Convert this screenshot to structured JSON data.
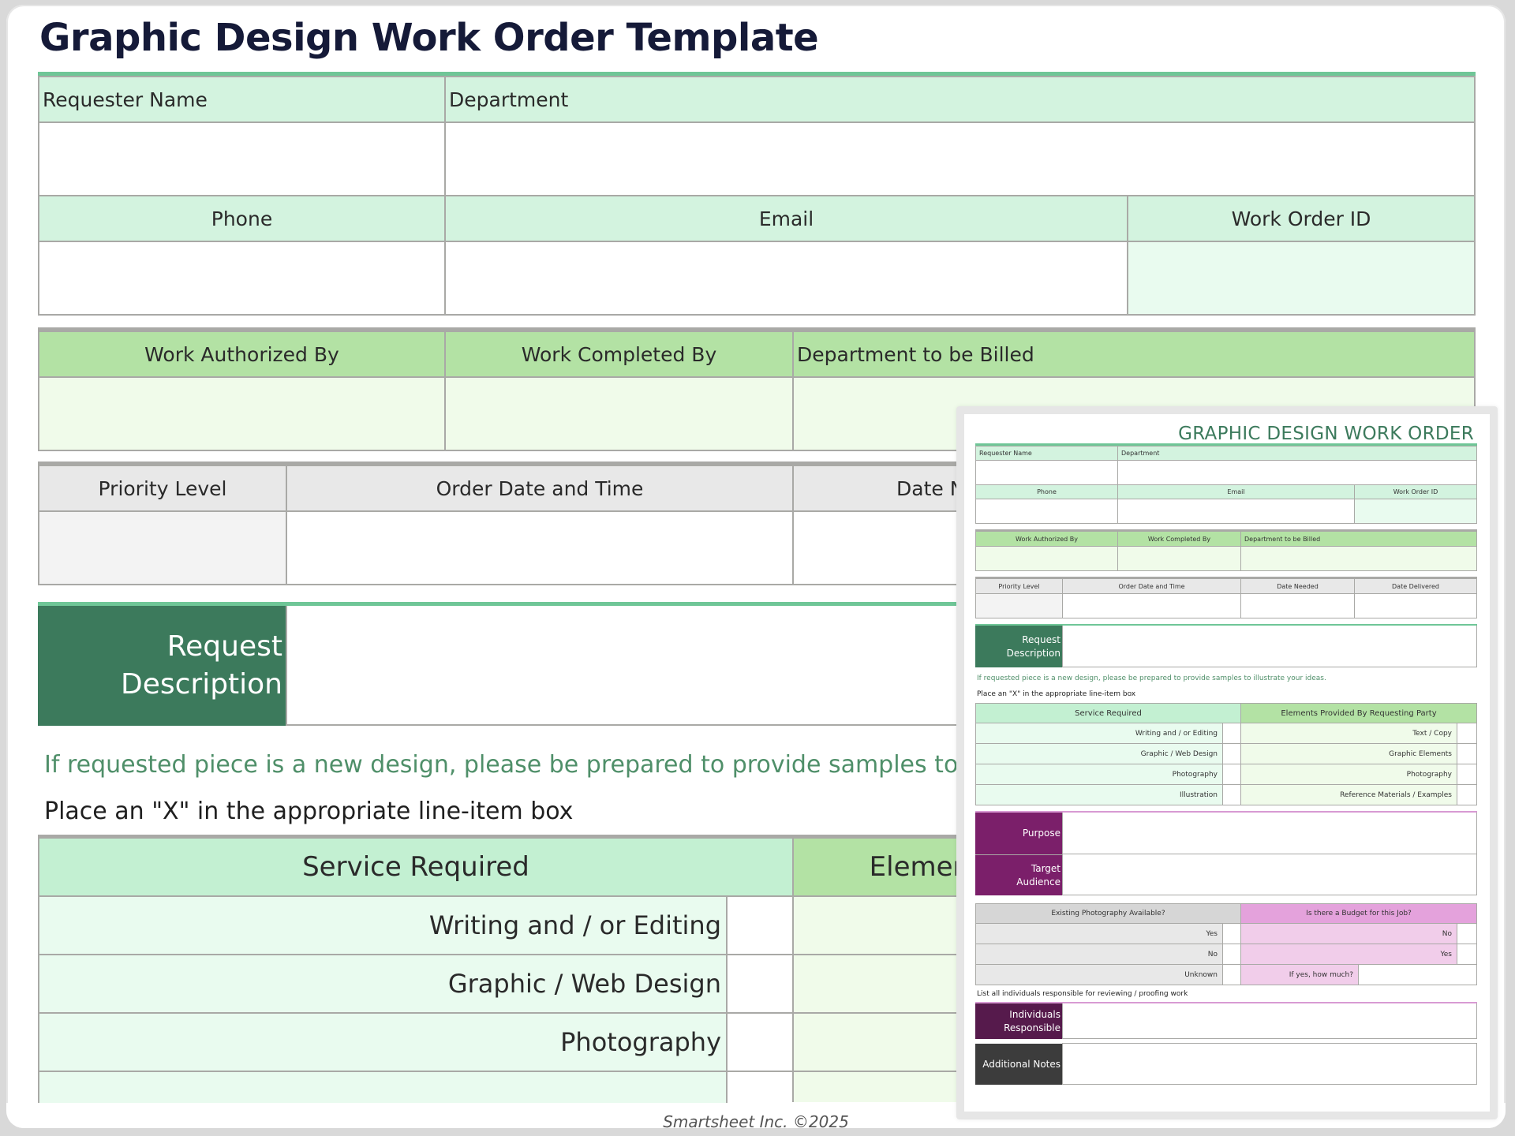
{
  "page": {
    "title": "Graphic Design Work Order Template",
    "footer": "Smartsheet Inc. ©2025"
  },
  "form": {
    "requester_section": {
      "requester_name_label": "Requester Name",
      "department_label": "Department",
      "phone_label": "Phone",
      "email_label": "Email",
      "work_order_id_label": "Work Order ID"
    },
    "authorization_section": {
      "work_authorized_by_label": "Work Authorized By",
      "work_completed_by_label": "Work Completed By",
      "department_billed_label": "Department to be Billed"
    },
    "dates_section": {
      "priority_level_label": "Priority Level",
      "order_date_label": "Order Date and Time",
      "date_needed_label": "Date Needed",
      "date_delivered_label": "Date Delivered"
    },
    "request_description_label": "Request Description",
    "request_description_line1": "Request",
    "request_description_line2": "Description",
    "new_design_note": "If requested piece is a new design, please be prepared to provide samples to illustrate your ideas.",
    "place_x_note": "Place an \"X\" in the appropriate line-item box",
    "service_required": {
      "header": "Service Required",
      "items": [
        "Writing and / or Editing",
        "Graphic / Web Design",
        "Photography",
        "Illustration"
      ]
    },
    "elements_provided": {
      "header": "Elements Provided By Requesting Party",
      "items": [
        "Text / Copy",
        "Graphic Elements",
        "Photography",
        "Reference Materials / Examples"
      ]
    },
    "purpose_label": "Purpose",
    "target_audience_line1": "Target",
    "target_audience_line2": "Audience",
    "existing_photography": {
      "header": "Existing Photography Available?",
      "options": [
        "Yes",
        "No",
        "Unknown"
      ]
    },
    "budget": {
      "header": "Is there a Budget for this Job?",
      "options": [
        "No",
        "Yes"
      ],
      "how_much_label": "If yes, how much?"
    },
    "reviewers_note": "List all individuals responsible for reviewing / proofing work",
    "individuals_line1": "Individuals",
    "individuals_line2": "Responsible",
    "additional_notes_label": "Additional Notes"
  },
  "inset": {
    "title": "GRAPHIC DESIGN WORK ORDER"
  },
  "colors": {
    "title_navy": "#151a38",
    "mint_header": "#d3f3df",
    "green_header": "#b3e2a4",
    "dark_green_label": "#3c7a5c",
    "note_green": "#4f8f69",
    "purple_label": "#7b1f6a",
    "plum_label": "#561a4c",
    "pink_header": "#e4a2dc",
    "pink_fill": "#f1cdea",
    "charcoal_label": "#3c3c3c"
  }
}
